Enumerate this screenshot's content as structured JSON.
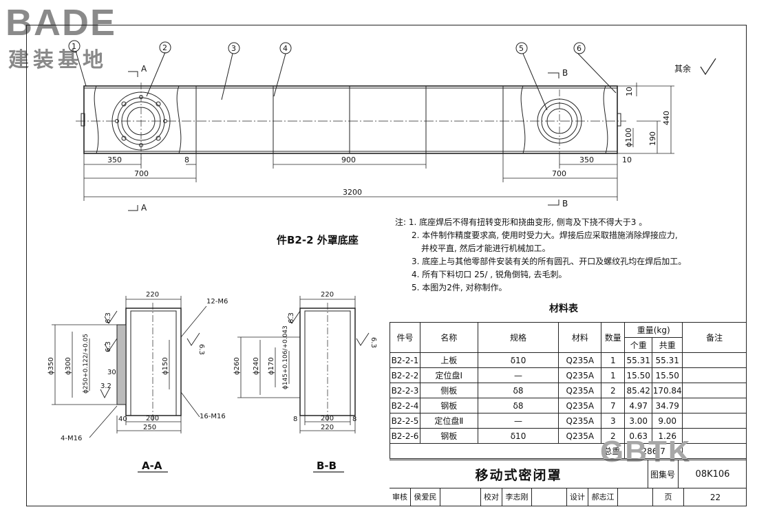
{
  "logo": {
    "brand": "BADE",
    "subtitle": "建装基地"
  },
  "watermark": "GBTK",
  "main_view": {
    "caption": "件B2-2 外罩底座",
    "callouts": [
      "1",
      "2",
      "3",
      "4",
      "5",
      "6"
    ],
    "section_marks": {
      "a_top": "A",
      "a_bottom": "A",
      "b_top": "B",
      "b_bottom": "B"
    },
    "roughness": "其余",
    "dims": {
      "d350_left": "350",
      "d8": "8",
      "d900": "900",
      "d350_right": "350",
      "d10_right": "10",
      "d700_left": "700",
      "d700_right": "700",
      "d3200": "3200",
      "d10_top": "10",
      "d440": "440",
      "d100": "ϕ100",
      "d190": "190"
    }
  },
  "section_aa": {
    "caption": "A-A",
    "dims": {
      "w220": "220",
      "thread_12m6": "12-M6",
      "rough63_top": "6.3",
      "rough63_left": "6.3",
      "rough63_right": "6.3",
      "d350": "ϕ350",
      "d300": "ϕ300",
      "d250": "ϕ250+0.122/+0.05",
      "d150": "ϕ150",
      "d30": "30",
      "rough32": "3.2",
      "thread_16m16": "16-M16",
      "thread_4m16": "4-M16",
      "w40": "40",
      "w200": "200",
      "w250": "250"
    }
  },
  "section_bb": {
    "caption": "B-B",
    "dims": {
      "w220": "220",
      "rough63_top": "6.3",
      "rough63_right": "6.3",
      "d260": "ϕ260",
      "d240": "ϕ240",
      "d170": "ϕ170",
      "d145": "ϕ145+0.106/+0.043",
      "w8_left": "8",
      "w8_right": "8",
      "w200": "200",
      "w220_bottom": "220"
    }
  },
  "notes": {
    "items": [
      "注: 1. 底座焊后不得有扭转变形和挠曲变形, 侧弯及下挠不得大于3 。",
      "2. 本件制作精度要求高, 使用时受力大。焊接后应采取措施消除焊接应力,",
      "并校平直, 然后才能进行机械加工。",
      "3. 底座上与其他零部件安装有关的所有圆孔、开口及螺纹孔均在焊后加工。",
      "4. 所有下料切口 25/ , 锐角倒钝, 去毛刺。",
      "5. 本图为2件, 对称制作。"
    ]
  },
  "materials": {
    "title": "材料表",
    "headers": {
      "part_no": "件号",
      "name": "名称",
      "spec": "规格",
      "material": "材料",
      "qty": "数量",
      "weight": "重量(kg)",
      "unit_weight": "个重",
      "total_weight": "共重",
      "remark": "备注"
    },
    "rows": [
      [
        "B2-2-1",
        "上板",
        "δ10",
        "Q235A",
        "1",
        "55.31",
        "55.31"
      ],
      [
        "B2-2-2",
        "定位盘Ⅰ",
        "—",
        "Q235A",
        "1",
        "15.50",
        "15.50"
      ],
      [
        "B2-2-3",
        "侧板",
        "δ8",
        "Q235A",
        "2",
        "85.42",
        "170.84"
      ],
      [
        "B2-2-4",
        "钢板",
        "δ8",
        "Q235A",
        "7",
        "4.97",
        "34.79"
      ],
      [
        "B2-2-5",
        "定位盘Ⅱ",
        "—",
        "Q235A",
        "3",
        "3.00",
        "9.00"
      ],
      [
        "B2-2-6",
        "钢板",
        "δ10",
        "Q235A",
        "2",
        "0.63",
        "1.26"
      ]
    ],
    "total_label": "总重",
    "total_value": "286.7"
  },
  "title_block": {
    "title": "移动式密闭罩",
    "atlas_label": "图集号",
    "atlas_no": "08K106",
    "review_label": "审核",
    "reviewer": "侯爱民",
    "check_label": "校对",
    "checker": "李志刚",
    "design_label": "设计",
    "designer": "郝志江",
    "page_label": "页",
    "page_no": "22"
  }
}
